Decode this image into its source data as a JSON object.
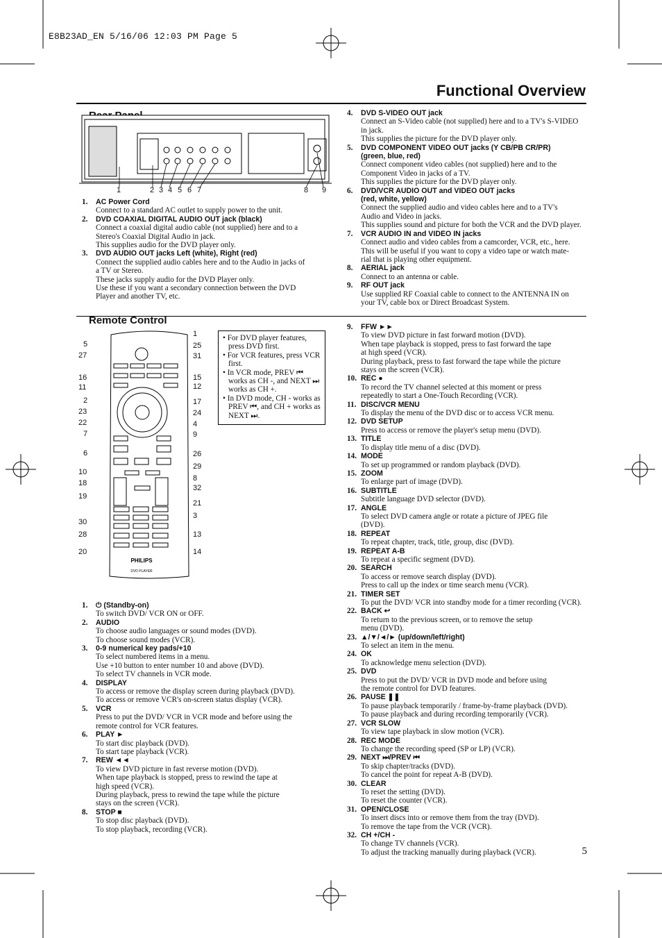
{
  "header": {
    "slug": "E8B23AD_EN  5/16/06  12:03 PM  Page 5"
  },
  "page_title": "Functional Overview",
  "page_number": "5",
  "rear_panel": {
    "heading": "Rear Panel",
    "callouts": [
      "1",
      "2",
      "3",
      "4",
      "5",
      "6",
      "7",
      "8",
      "9"
    ],
    "items": [
      {
        "num": "1.",
        "title": "AC Power Cord",
        "desc": "Connect to a standard AC outlet to supply power to the unit."
      },
      {
        "num": "2.",
        "title": "DVD COAXIAL DIGITAL AUDIO OUT jack (black)",
        "desc": "Connect a coaxial digital audio cable (not supplied) here and to a\nStereo's Coaxial Digital Audio in jack.\nThis supplies audio for the DVD player only."
      },
      {
        "num": "3.",
        "title": "DVD AUDIO OUT jacks Left (white), Right (red)",
        "desc": "Connect the supplied audio cables here and to the Audio in jacks of\na TV or Stereo.\nThese jacks supply audio for the DVD Player only.\nUse these if you want a secondary connection between the DVD\nPlayer and another TV, etc."
      },
      {
        "num": "4.",
        "title": "DVD S-VIDEO OUT jack",
        "desc": "Connect an S-Video cable (not supplied) here and to a TV's S-VIDEO\nin jack.\nThis supplies the picture for the DVD player only."
      },
      {
        "num": "5.",
        "title": "DVD COMPONENT VIDEO OUT jacks (Y CB/PB CR/PR)\n(green, blue, red)",
        "desc": "Connect component video cables (not supplied) here and to the\nComponent Video in jacks of a TV.\nThis supplies the picture for the DVD player only."
      },
      {
        "num": "6.",
        "title": "DVD/VCR AUDIO OUT and VIDEO OUT jacks\n(red, white, yellow)",
        "desc": "Connect the supplied audio and video cables here and to a TV's\nAudio and Video in jacks.\nThis supplies sound and picture for both the VCR and the DVD player."
      },
      {
        "num": "7.",
        "title": "VCR AUDIO IN and VIDEO IN jacks",
        "desc": "Connect audio and video cables from a camcorder, VCR, etc., here.\nThis will be useful if you want to copy a video tape or watch mate-\nrial that is playing other equipment."
      },
      {
        "num": "8.",
        "title": "AERIAL jack",
        "desc": "Connect to an antenna or cable."
      },
      {
        "num": "9.",
        "title": "RF OUT jack",
        "desc": "Use supplied RF Coaxial cable to connect to the ANTENNA IN on\nyour TV, cable box or Direct Broadcast System."
      }
    ]
  },
  "remote_control": {
    "heading": "Remote Control",
    "left_callouts": [
      "5",
      "27",
      "16",
      "11",
      "2",
      "23",
      "22",
      "7",
      "6",
      "10",
      "18",
      "19",
      "30",
      "28",
      "20"
    ],
    "right_callouts": [
      "1",
      "25",
      "31",
      "15",
      "12",
      "17",
      "24",
      "4",
      "9",
      "26",
      "29",
      "8",
      "32",
      "21",
      "3",
      "13",
      "14"
    ],
    "brand": "PHILIPS",
    "model": "DVD PLAYER",
    "notes": [
      "• For DVD player features, press DVD first.",
      "• For VCR features, press VCR first.",
      "• In VCR mode, PREV ⏮ works as CH -, and NEXT ⏭ works as CH +.",
      "• In DVD mode, CH - works as PREV ⏮, and CH + works as NEXT ⏭."
    ],
    "items_left": [
      {
        "num": "1.",
        "title": "⏻ (Standby-on)",
        "desc": "To switch DVD/ VCR ON or OFF."
      },
      {
        "num": "2.",
        "title": "AUDIO",
        "desc": "To choose audio languages or sound modes (DVD).\nTo choose sound modes (VCR)."
      },
      {
        "num": "3.",
        "title": "0-9 numerical key pads/+10",
        "desc": "To select numbered items in a menu.\nUse +10 button to enter number 10 and above (DVD).\nTo select TV channels in VCR mode."
      },
      {
        "num": "4.",
        "title": "DISPLAY",
        "desc": "To access or remove the display screen during playback (DVD).\nTo access or remove VCR's on-screen status display (VCR)."
      },
      {
        "num": "5.",
        "title": "VCR",
        "desc": "Press to put the DVD/ VCR in VCR mode and before using the\nremote control for VCR features."
      },
      {
        "num": "6.",
        "title": "PLAY ►",
        "desc": "To start disc playback (DVD).\nTo start tape playback (VCR)."
      },
      {
        "num": "7.",
        "title": "REW ◄◄",
        "desc": "To view DVD picture in fast reverse motion (DVD).\nWhen tape playback is stopped, press to rewind the tape at\nhigh speed (VCR).\nDuring playback, press to rewind the tape while the picture\nstays on the screen (VCR)."
      },
      {
        "num": "8.",
        "title": "STOP ■",
        "desc": "To stop disc playback (DVD).\nTo stop playback, recording (VCR)."
      }
    ],
    "items_right": [
      {
        "num": "9.",
        "title": "FFW ►►",
        "desc": "To view DVD picture in fast forward motion (DVD).\nWhen tape playback is stopped, press to fast forward the tape\nat high speed (VCR).\nDuring playback, press to fast forward the tape while the picture\nstays on the screen (VCR)."
      },
      {
        "num": "10.",
        "title": "REC ●",
        "desc": "To record the TV channel selected at this moment or press\nrepeatedly to start a One-Touch Recording (VCR)."
      },
      {
        "num": "11.",
        "title": "DISC/VCR MENU",
        "desc": "To display the menu of the DVD disc or to access VCR menu."
      },
      {
        "num": "12.",
        "title": "DVD SETUP",
        "desc": "Press to access or remove the player's setup menu (DVD)."
      },
      {
        "num": "13.",
        "title": "TITLE",
        "desc": "To display title menu of a disc (DVD)."
      },
      {
        "num": "14.",
        "title": "MODE",
        "desc": "To set up programmed or random playback (DVD)."
      },
      {
        "num": "15.",
        "title": "ZOOM",
        "desc": "To enlarge part of image (DVD)."
      },
      {
        "num": "16.",
        "title": "SUBTITLE",
        "desc": "Subtitle language DVD selector (DVD)."
      },
      {
        "num": "17.",
        "title": "ANGLE",
        "desc": "To select DVD camera angle or rotate a picture of JPEG file\n(DVD)."
      },
      {
        "num": "18.",
        "title": "REPEAT",
        "desc": "To repeat chapter, track, title, group, disc (DVD)."
      },
      {
        "num": "19.",
        "title": "REPEAT A-B",
        "desc": "To repeat a specific segment (DVD)."
      },
      {
        "num": "20.",
        "title": "SEARCH",
        "desc": "To access or remove search display (DVD).\nPress to call up the index or time search menu (VCR)."
      },
      {
        "num": "21.",
        "title": "TIMER SET",
        "desc": "To put the DVD/ VCR into standby mode for a timer recording (VCR)."
      },
      {
        "num": "22.",
        "title": "BACK ↩",
        "desc": "To return to the previous screen, or to remove the setup\nmenu (DVD)."
      },
      {
        "num": "23.",
        "title": "▲/▼/◄/► (up/down/left/right)",
        "desc": "To select an item in the menu."
      },
      {
        "num": "24.",
        "title": "OK",
        "desc": "To acknowledge menu selection (DVD)."
      },
      {
        "num": "25.",
        "title": "DVD",
        "desc": "Press to put the DVD/ VCR in DVD mode and before using\nthe remote control for DVD features."
      },
      {
        "num": "26.",
        "title": "PAUSE ❚❚",
        "desc": "To pause playback temporarily / frame-by-frame playback (DVD).\nTo pause playback and during recording temporarily (VCR)."
      },
      {
        "num": "27.",
        "title": "VCR SLOW",
        "desc": "To view tape playback in slow motion (VCR)."
      },
      {
        "num": "28.",
        "title": "REC MODE",
        "desc": "To change the recording speed (SP or LP) (VCR)."
      },
      {
        "num": "29.",
        "title": "NEXT ⏭/PREV ⏮",
        "desc": "To skip chapter/tracks (DVD).\nTo cancel the point for repeat A-B (DVD)."
      },
      {
        "num": "30.",
        "title": "CLEAR",
        "desc": "To reset the setting (DVD).\nTo reset the counter (VCR)."
      },
      {
        "num": "31.",
        "title": "OPEN/CLOSE",
        "desc": "To insert discs into or remove them from the tray (DVD).\nTo remove the tape from the VCR (VCR)."
      },
      {
        "num": "32.",
        "title": "CH +/CH -",
        "desc": "To change TV channels (VCR).\nTo adjust the tracking manually during playback (VCR)."
      }
    ]
  }
}
